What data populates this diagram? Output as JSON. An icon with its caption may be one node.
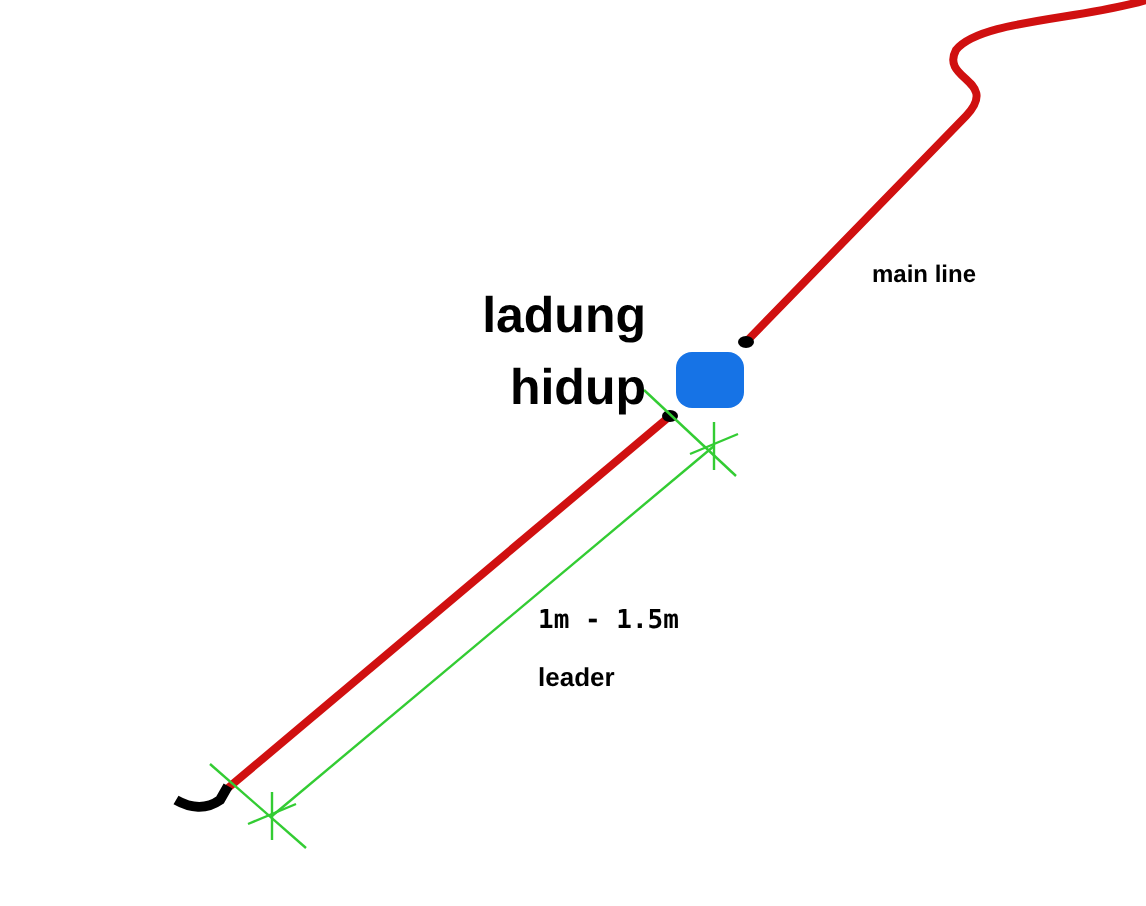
{
  "diagram": {
    "labels": [
      "main line",
      "ladung hidup",
      "1m - 1.5m",
      "leader"
    ]
  }
}
